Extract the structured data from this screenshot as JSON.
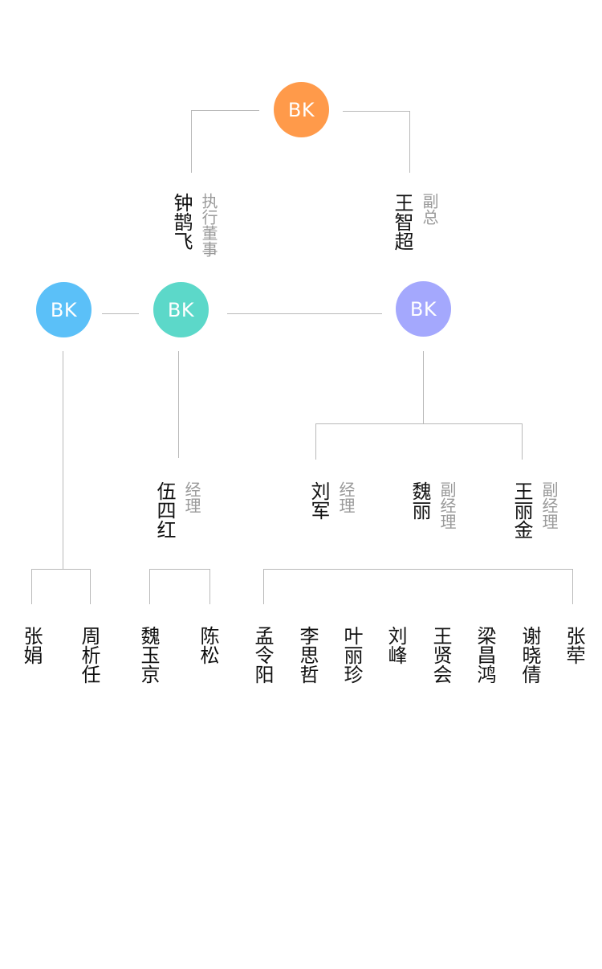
{
  "root": {
    "avatar_text": "BK",
    "color": "#FF9A4A"
  },
  "left_exec": {
    "avatar_text": "BK",
    "color": "#5CD8C9",
    "name": "钟鹊飞",
    "title": "执行董事"
  },
  "right_vp": {
    "avatar_text": "BK",
    "color": "#A4A8FD",
    "name": "王智超",
    "title": "副总"
  },
  "left_extra": {
    "avatar_text": "BK",
    "color": "#5BC0F8"
  },
  "managers": [
    {
      "name": "伍四红",
      "title": "经理"
    },
    {
      "name": "刘军",
      "title": "经理"
    },
    {
      "name": "魏丽",
      "title": "副经理"
    },
    {
      "name": "王丽金",
      "title": "副经理"
    }
  ],
  "leaves": [
    "张娟",
    "周析任",
    "魏玉京",
    "陈松",
    "孟令阳",
    "李思哲",
    "叶丽珍",
    "刘峰",
    "王贤会",
    "梁昌鸿",
    "谢晓倩",
    "张荦"
  ]
}
